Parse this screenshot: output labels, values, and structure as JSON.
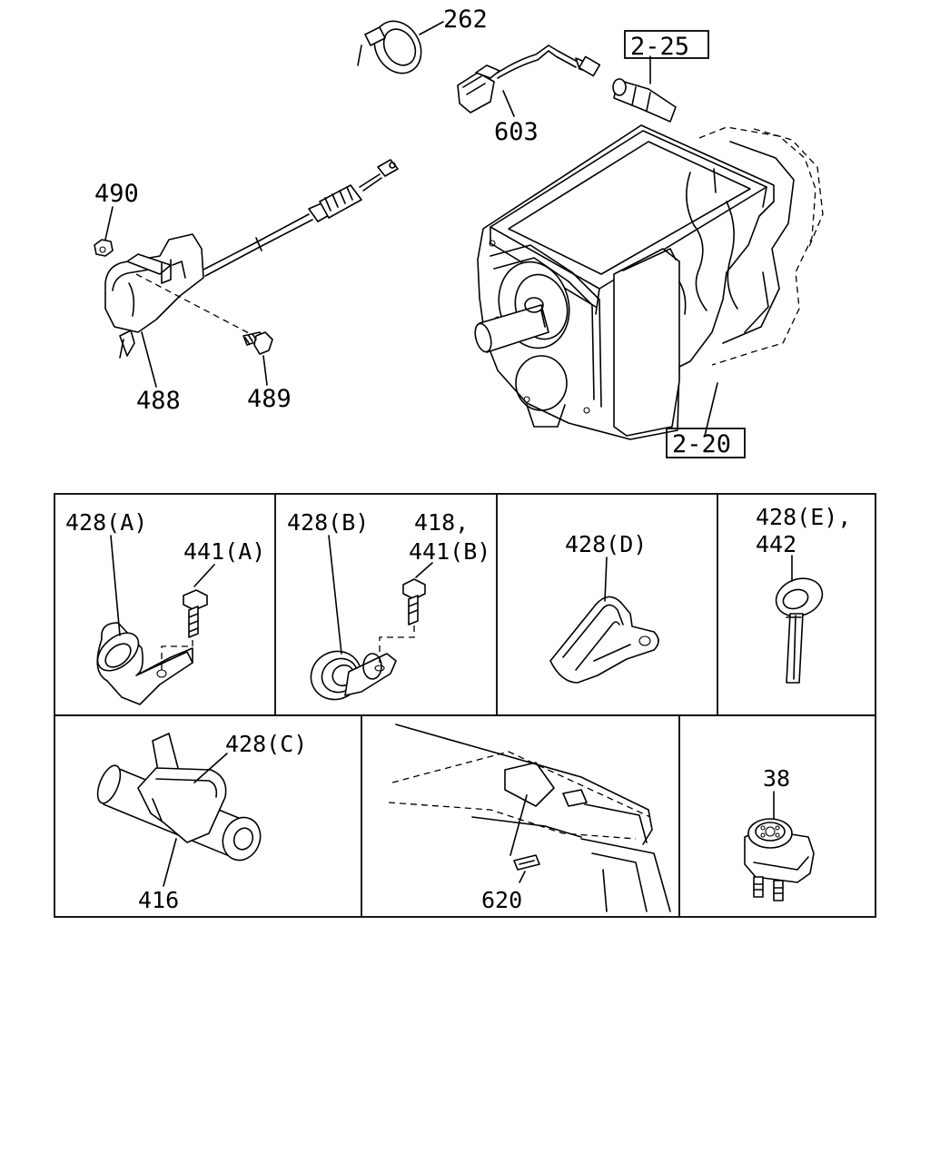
{
  "callouts": {
    "c262": "262",
    "c225": "2-25",
    "c603": "603",
    "c490": "490",
    "c488": "488",
    "c489": "489",
    "c220": "2-20",
    "c428a": "428(A)",
    "c441a": "441(A)",
    "c428b": "428(B)",
    "c418": "418,",
    "c441b": "441(B)",
    "c428d": "428(D)",
    "c428e": "428(E),",
    "c442": "442",
    "c428c": "428(C)",
    "c416": "416",
    "c620": "620",
    "c38": "38"
  }
}
